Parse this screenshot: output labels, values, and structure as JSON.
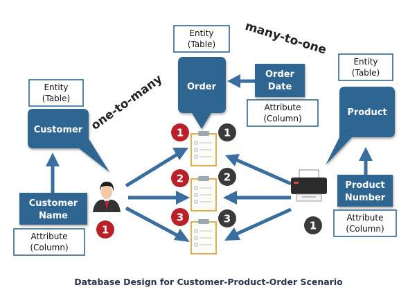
{
  "caption": "Database Design for Customer-Product-Order Scenario",
  "relationships": {
    "one_to_many": "one-to-many",
    "many_to_one": "many-to-one"
  },
  "entities": {
    "customer": {
      "name": "Customer",
      "tag_line1": "Entity",
      "tag_line2": "(Table)"
    },
    "order": {
      "name": "Order",
      "tag_line1": "Entity",
      "tag_line2": "(Table)"
    },
    "product": {
      "name": "Product",
      "tag_line1": "Entity",
      "tag_line2": "(Table)"
    }
  },
  "attributes": {
    "customer_name": {
      "line1": "Customer",
      "line2": "Name",
      "tag_line1": "Attribute",
      "tag_line2": "(Column)"
    },
    "order_date": {
      "line1": "Order",
      "line2": "Date",
      "tag_line1": "Attribute",
      "tag_line2": "(Column)"
    },
    "product_number": {
      "line1": "Product",
      "line2": "Number",
      "tag_line1": "Attribute",
      "tag_line2": "(Column)"
    }
  },
  "badges": {
    "customer": "1",
    "product": "1",
    "orders_red": [
      "1",
      "2",
      "3"
    ],
    "orders_dark": [
      "1",
      "2",
      "3"
    ]
  },
  "colors": {
    "entity_fill": "#2f6591",
    "arrow": "#3a6e9e",
    "badge_red": "#b8202a",
    "badge_dark": "#3a3a3a",
    "clipboard_border": "#e0a53a"
  }
}
